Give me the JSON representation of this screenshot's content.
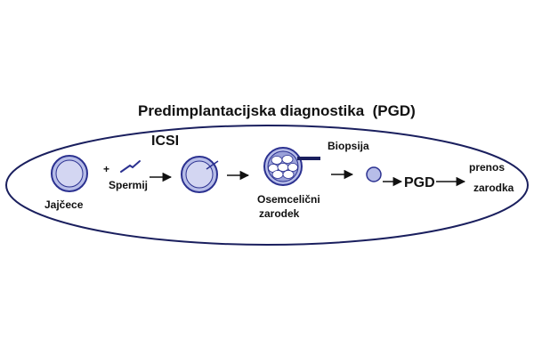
{
  "diagram": {
    "title": "Predimplantacijska diagnostika  (PGD)",
    "labels": {
      "egg": "Jajčece",
      "plus": "+",
      "sperm": "Spermij",
      "icsi": "ICSI",
      "biopsy": "Biopsija",
      "embryo_line1": "Osemcelični",
      "embryo_line2": "zarodek",
      "pgd": "PGD",
      "transfer_line1": "prenos",
      "transfer_line2": "zarodka"
    },
    "colors": {
      "outline": "#1a1f5e",
      "cell_fill": "#b7bde8",
      "cell_inner": "#d3d6f2",
      "cell_stroke": "#2b3190",
      "blastomere": "#ffffff",
      "pipette": "#1a1f5e",
      "text": "#111111"
    }
  }
}
